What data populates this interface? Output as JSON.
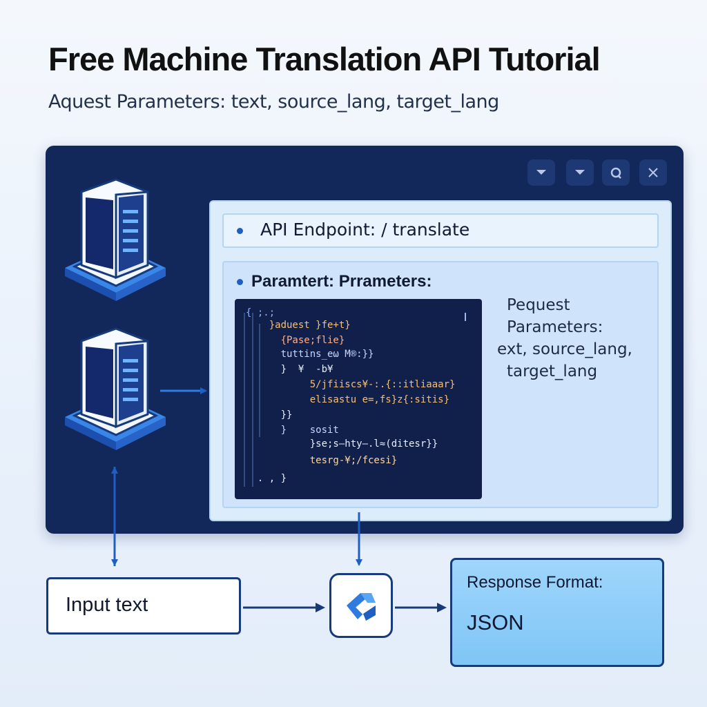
{
  "title": "Free Machine Translation API Tutorial",
  "subtitle": "Aquest Parameters: text, source_lang, target_lang",
  "window": {
    "controls": [
      "chevron-down-icon",
      "chevron-down-icon",
      "refresh-icon",
      "close-icon"
    ]
  },
  "endpoint": {
    "text": "API Endpoint: / translate"
  },
  "parameters": {
    "title": "Paramtert: Prrameters:",
    "code_lines": [
      "{ ;.;",
      "    }aduest }fe+t}",
      "      {Pase;flie}",
      "      tuttins_eω M®:}}",
      "      }  ¥  -b¥",
      "           5/jfiiscs¥-:.{::itliaaar}",
      "           elisastu e=,fs}z{:sitis}",
      "      }}",
      "      }    sosit",
      "           }se;s—hty—.l≈(ditesr}}",
      "           tesrg-¥;/fcesi}",
      "  . , }"
    ],
    "request_text": [
      "Pequest",
      "Parameters:",
      "ext, source_lang,",
      "target_lang"
    ]
  },
  "input": {
    "label": "Input text"
  },
  "response": {
    "label": "Response Format:",
    "value": "JSON"
  },
  "colors": {
    "window": "#12275a",
    "panel": "#dcecfb",
    "arrow": "#1f5fc4",
    "border": "#163a7a",
    "response_fill": "#8ccdf8"
  }
}
